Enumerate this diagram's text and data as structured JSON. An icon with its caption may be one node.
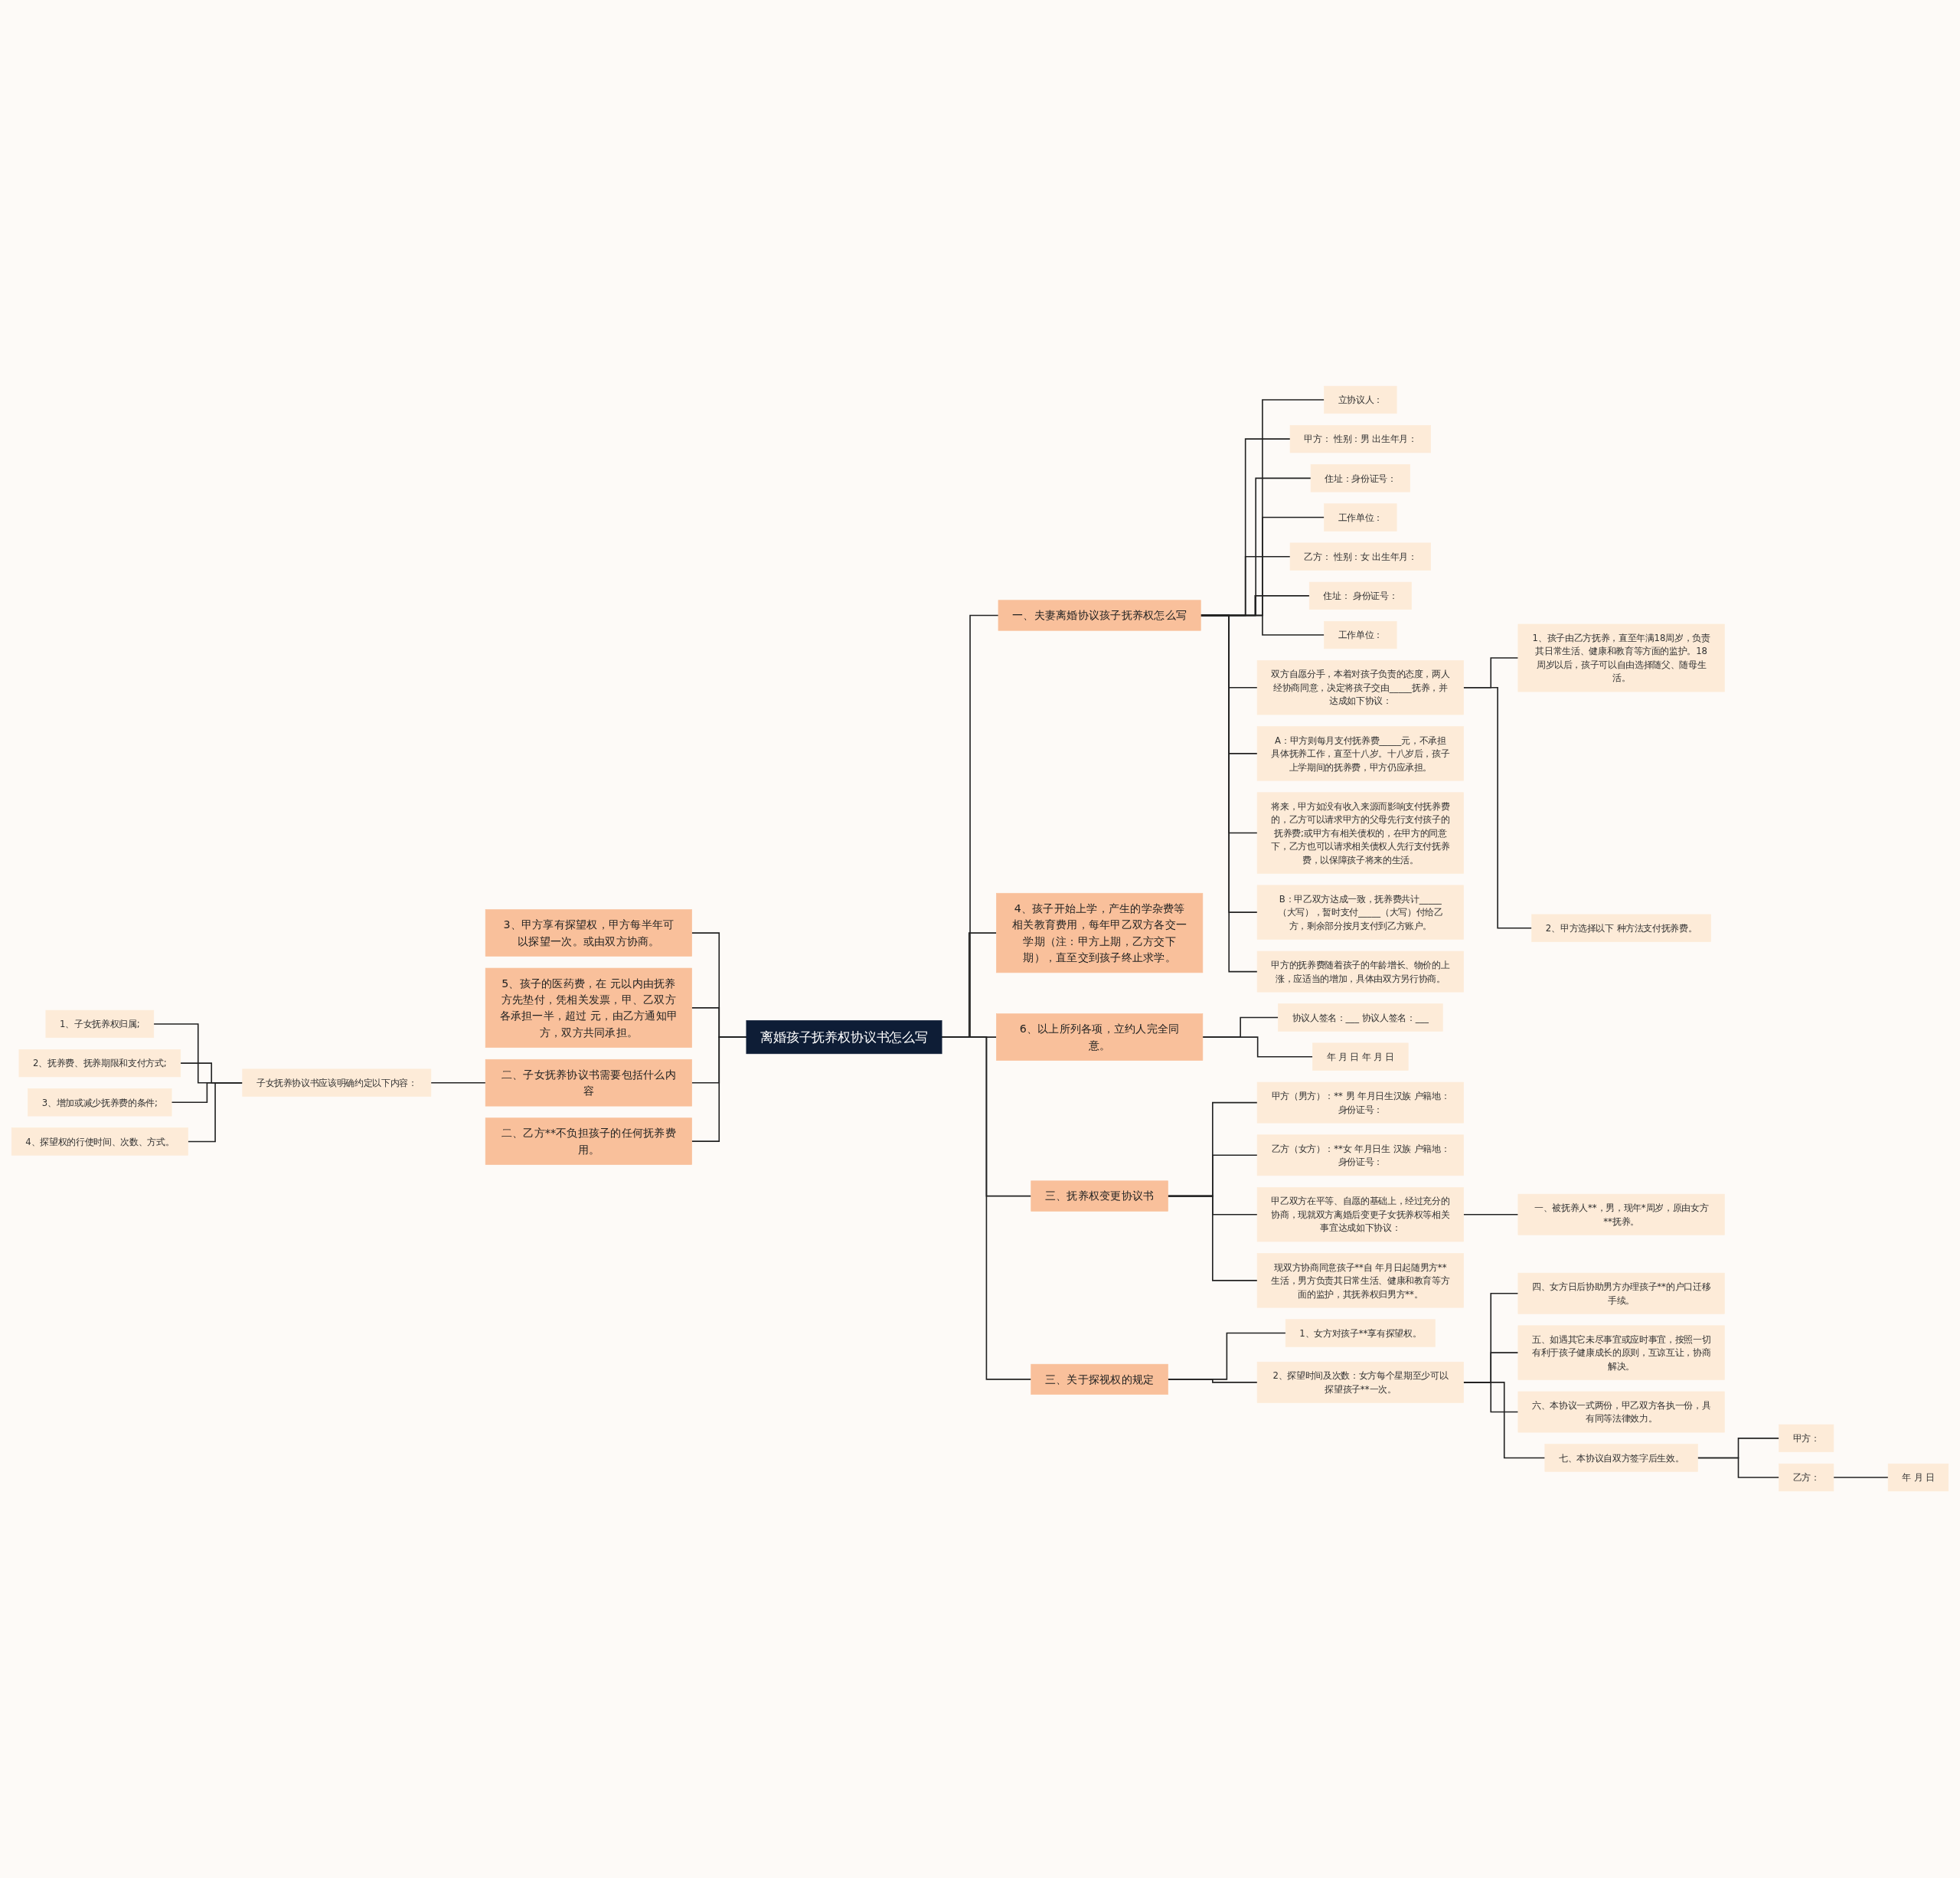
{
  "diagram": {
    "nodes": [
      {
        "text": [
          "离婚孩子抚养权协议书怎么写"
        ]
      },
      {
        "text": [
          "一、夫妻离婚协议孩子抚养权怎么写"
        ]
      },
      {
        "text": [
          "立协议人："
        ]
      },
      {
        "text": [
          "甲方：  性别：男 出生年月："
        ]
      },
      {
        "text": [
          "住址：身份证号："
        ]
      },
      {
        "text": [
          "工作单位："
        ]
      },
      {
        "text": [
          "乙方：  性别：女 出生年月："
        ]
      },
      {
        "text": [
          "住址：  身份证号："
        ]
      },
      {
        "text": [
          "工作单位："
        ]
      },
      {
        "text": [
          "双方自愿分手，本着对孩子负责的态度，两人经协商同意，决定将孩子交由_____抚养，并达成如下协议："
        ]
      },
      {
        "text": [
          "1、孩子由乙方抚养，直至年满18周岁，负责其日常生活、健康和教育等方面的监护。18周岁以后，孩子可以自由选择随父、随母生活。"
        ]
      },
      {
        "text": [
          "2、甲方选择以下 种方法支付抚养费。"
        ]
      },
      {
        "text": [
          "A：甲方则每月支付抚养费_____元，不承担具体抚养工作，直至十八岁。十八岁后，孩子上学期间的抚养费，甲方仍应承担。"
        ]
      },
      {
        "text": [
          "将来，甲方如没有收入来源而影响支付抚养费的，乙方可以请求甲方的父母先行支付孩子的抚养费;或甲方有相关债权的，在甲方的同意下，乙方也可以请求相关债权人先行支付抚养费，以保障孩子将来的生活。"
        ]
      },
      {
        "text": [
          "B：甲乙双方达成一致，抚养费共计_____（大写），暂时支付_____（大写）付给乙方，剩余部分按月支付到乙方账户。"
        ]
      },
      {
        "text": [
          "甲方的抚养费随着孩子的年龄增长、物价的上涨，应适当的增加，具体由双方另行协商。"
        ]
      },
      {
        "text": [
          "4、孩子开始上学，产生的学杂费等相关教育费用，每年甲乙双方各交一学期（注：甲方上期，乙方交下期），直至交到孩子终止求学。"
        ]
      },
      {
        "text": [
          "6、以上所列各项，立约人完全同意。"
        ]
      },
      {
        "text": [
          "协议人签名：___ 协议人签名：___"
        ]
      },
      {
        "text": [
          "年 月 日 年 月 日"
        ]
      },
      {
        "text": [
          "三、抚养权变更协议书"
        ]
      },
      {
        "text": [
          "甲方（男方）：** 男 年月日生汉族 户籍地：身份证号："
        ]
      },
      {
        "text": [
          "乙方（女方）：**女 年月日生 汉族 户籍地：身份证号："
        ]
      },
      {
        "text": [
          "甲乙双方在平等、自愿的基础上，经过充分的协商，现就双方离婚后变更子女抚养权等相关事宜达成如下协议："
        ]
      },
      {
        "text": [
          "一、被抚养人**，男，现年*周岁，原由女方**抚养。"
        ]
      },
      {
        "text": [
          "现双方协商同意孩子**自 年月日起随男方**生活，男方负责其日常生活、健康和教育等方面的监护，其抚养权归男方**。"
        ]
      },
      {
        "text": [
          "三、关于探视权的规定"
        ]
      },
      {
        "text": [
          "1、女方对孩子**享有探望权。"
        ]
      },
      {
        "text": [
          "2、探望时间及次数：女方每个星期至少可以探望孩子**一次。"
        ]
      },
      {
        "text": [
          "四、女方日后协助男方办理孩子**的户口迁移手续。"
        ]
      },
      {
        "text": [
          "五、如遇其它未尽事宜或应时事宜，按照一切有利于孩子健康成长的原则，互谅互让，协商解决。"
        ]
      },
      {
        "text": [
          "六、本协议一式两份，甲乙双方各执一份，具有同等法律效力。"
        ]
      },
      {
        "text": [
          "七、本协议自双方签字后生效。"
        ]
      },
      {
        "text": [
          "甲方："
        ]
      },
      {
        "text": [
          "乙方："
        ]
      },
      {
        "text": [
          "年 月 日"
        ]
      },
      {
        "text": [
          "3、甲方享有探望权，甲方每半年可以探望一次。或由双方协商。"
        ]
      },
      {
        "text": [
          "5、孩子的医药费，在 元以内由抚养方先垫付，凭相关发票，甲、乙双方各承担一半，超过 元，由乙方通知甲方，双方共同承担。"
        ]
      },
      {
        "text": [
          "二、子女抚养协议书需要包括什么内容"
        ]
      },
      {
        "text": [
          "子女抚养协议书应该明确约定以下内容："
        ]
      },
      {
        "text": [
          "1、子女抚养权归属;"
        ]
      },
      {
        "text": [
          "2、抚养费、抚养期限和支付方式;"
        ]
      },
      {
        "text": [
          "3、增加或减少抚养费的条件;"
        ]
      },
      {
        "text": [
          "4、探望权的行使时间、次数、方式。"
        ]
      },
      {
        "text": [
          "二、乙方**不负担孩子的任何抚养费用。"
        ]
      }
    ],
    "edges": [
      {
        "from": 0,
        "to": 1,
        "arrow": "none"
      },
      {
        "from": 1,
        "to": 2,
        "arrow": "none"
      },
      {
        "from": 1,
        "to": 3,
        "arrow": "none"
      },
      {
        "from": 1,
        "to": 4,
        "arrow": "none"
      },
      {
        "from": 1,
        "to": 5,
        "arrow": "none"
      },
      {
        "from": 1,
        "to": 6,
        "arrow": "none"
      },
      {
        "from": 1,
        "to": 7,
        "arrow": "none"
      },
      {
        "from": 1,
        "to": 8,
        "arrow": "none"
      },
      {
        "from": 1,
        "to": 9,
        "arrow": "none"
      },
      {
        "from": 1,
        "to": 12,
        "arrow": "none"
      },
      {
        "from": 1,
        "to": 13,
        "arrow": "none"
      },
      {
        "from": 1,
        "to": 14,
        "arrow": "none"
      },
      {
        "from": 1,
        "to": 15,
        "arrow": "none"
      },
      {
        "from": 9,
        "to": 10,
        "arrow": "none"
      },
      {
        "from": 9,
        "to": 11,
        "arrow": "none"
      },
      {
        "from": 0,
        "to": 16,
        "arrow": "none"
      },
      {
        "from": 0,
        "to": 17,
        "arrow": "none"
      },
      {
        "from": 17,
        "to": 18,
        "arrow": "none"
      },
      {
        "from": 17,
        "to": 19,
        "arrow": "none"
      },
      {
        "from": 0,
        "to": 20,
        "arrow": "none"
      },
      {
        "from": 20,
        "to": 21,
        "arrow": "none"
      },
      {
        "from": 20,
        "to": 22,
        "arrow": "none"
      },
      {
        "from": 20,
        "to": 23,
        "arrow": "none"
      },
      {
        "from": 23,
        "to": 24,
        "arrow": "none"
      },
      {
        "from": 20,
        "to": 25,
        "arrow": "none"
      },
      {
        "from": 0,
        "to": 26,
        "arrow": "none"
      },
      {
        "from": 26,
        "to": 27,
        "arrow": "none"
      },
      {
        "from": 26,
        "to": 28,
        "arrow": "none"
      },
      {
        "from": 28,
        "to": 29,
        "arrow": "none"
      },
      {
        "from": 28,
        "to": 30,
        "arrow": "none"
      },
      {
        "from": 28,
        "to": 31,
        "arrow": "none"
      },
      {
        "from": 28,
        "to": 32,
        "arrow": "none"
      },
      {
        "from": 32,
        "to": 33,
        "arrow": "none"
      },
      {
        "from": 32,
        "to": 34,
        "arrow": "none"
      },
      {
        "from": 34,
        "to": 35,
        "arrow": "none"
      },
      {
        "from": 36,
        "to": 0,
        "arrow": "none"
      },
      {
        "from": 37,
        "to": 0,
        "arrow": "none"
      },
      {
        "from": 38,
        "to": 0,
        "arrow": "none"
      },
      {
        "from": 39,
        "to": 38,
        "arrow": "none"
      },
      {
        "from": 40,
        "to": 39,
        "arrow": "none"
      },
      {
        "from": 41,
        "to": 39,
        "arrow": "none"
      },
      {
        "from": 42,
        "to": 39,
        "arrow": "none"
      },
      {
        "from": 43,
        "to": 39,
        "arrow": "none"
      },
      {
        "from": 44,
        "to": 0,
        "arrow": "none"
      }
    ]
  }
}
